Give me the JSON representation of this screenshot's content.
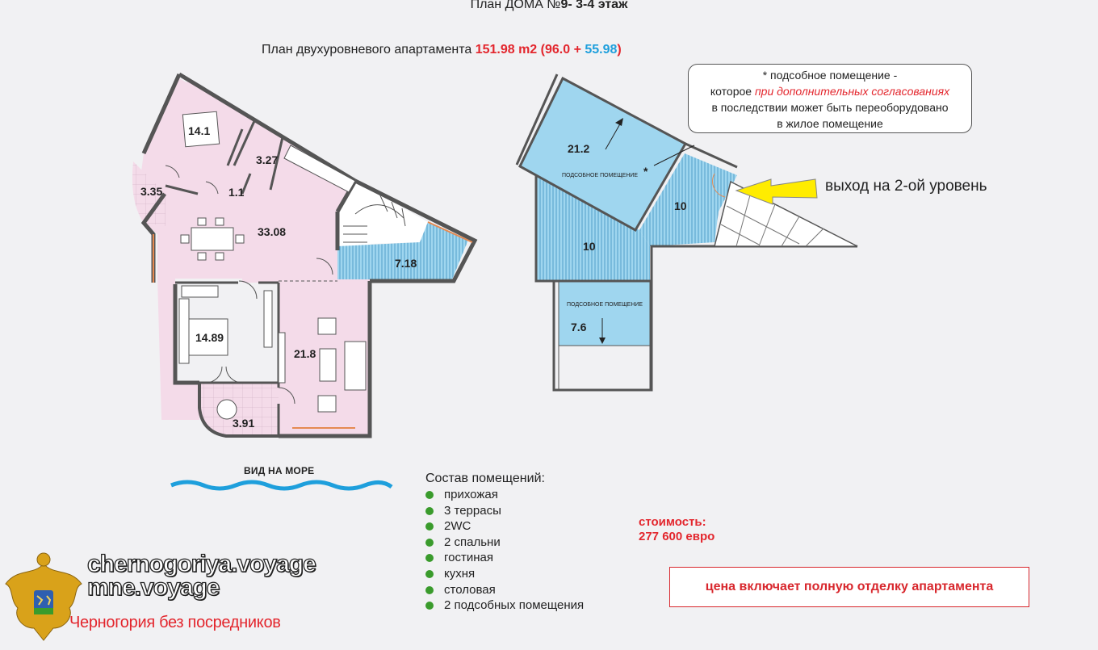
{
  "header": {
    "title_prefix": "План ДОМА №",
    "title_bold": "9- 3-4 этаж"
  },
  "subtitle": {
    "text": "План двухуровневого апартамента",
    "total_area": "151.98 m2",
    "breakdown_open": "(96.0 +",
    "breakdown_aux": "55.98",
    "breakdown_close": ")"
  },
  "level1_rooms": [
    {
      "label": "14.1"
    },
    {
      "label": "3.27"
    },
    {
      "label": "3.35"
    },
    {
      "label": "1.1"
    },
    {
      "label": "33.08"
    },
    {
      "label": "7.18"
    },
    {
      "label": "14.89"
    },
    {
      "label": "21.8"
    },
    {
      "label": "3.91"
    }
  ],
  "level2_rooms": [
    {
      "label": "21.2",
      "note": "ПОДСОБНОЕ ПОМЕЩЕНИЕ",
      "star": "*"
    },
    {
      "label": "10"
    },
    {
      "label": "10"
    },
    {
      "label": "7.6",
      "note": "ПОДСОБНОЕ ПОМЕЩЕНИЕ"
    }
  ],
  "note": {
    "line1": "* подсобное помещение -",
    "line2_prefix": "которое",
    "line2_emph": "при дополнительных согласованиях",
    "line3": "в последствии может быть переоборудовано",
    "line4": "в жилое помещение"
  },
  "exit_label": "выход на 2-ой уровень",
  "sea_label": "ВИД НА МОРЕ",
  "rooms_composition": {
    "title": "Состав помещений:",
    "items": [
      "прихожая",
      "3 террасы",
      "2WC",
      "2 спальни",
      "гостиная",
      "кухня",
      "столовая",
      "2 подсобных помещения"
    ]
  },
  "price": {
    "label": "стоимость:",
    "value": "277 600 евро"
  },
  "finish_note": "цена включает полную отделку апартамента",
  "branding": {
    "site1": "chernogoriya.voyage",
    "site2": "mne.voyage",
    "tagline": "Черногория без посредников"
  },
  "colors": {
    "pink": "#f4dbe9",
    "blue": "#9fd6ef",
    "wall": "#555555",
    "red": "#e3262d",
    "green": "#3a9b2c",
    "arrow": "#ffec00"
  }
}
